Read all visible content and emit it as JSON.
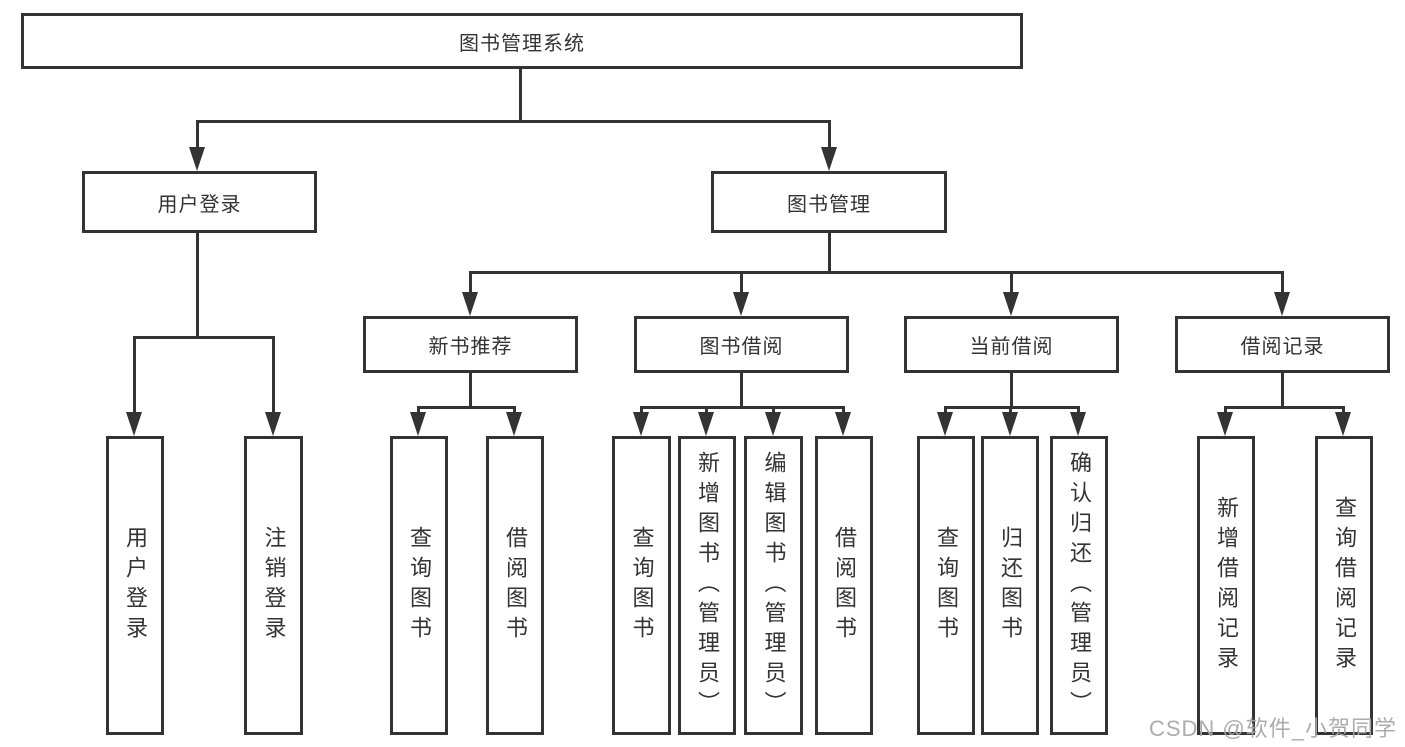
{
  "diagram": {
    "title": "图书管理系统",
    "branches": [
      {
        "label": "用户登录",
        "children": [
          "用户登录",
          "注销登录"
        ]
      },
      {
        "label": "图书管理",
        "sections": [
          {
            "label": "新书推荐",
            "children": [
              "查询图书",
              "借阅图书"
            ]
          },
          {
            "label": "图书借阅",
            "children": [
              "查询图书",
              "新增图书（管理员）",
              "编辑图书（管理员）",
              "借阅图书"
            ]
          },
          {
            "label": "当前借阅",
            "children": [
              "查询图书",
              "归还图书",
              "确认归还（管理员）"
            ]
          },
          {
            "label": "借阅记录",
            "children": [
              "新增借阅记录",
              "查询借阅记录"
            ]
          }
        ]
      }
    ]
  },
  "watermark": "CSDN @软件_小贺同学",
  "colors": {
    "line": "#333333",
    "text": "#333333",
    "background": "#ffffff",
    "watermark": "#a8a8a8"
  }
}
